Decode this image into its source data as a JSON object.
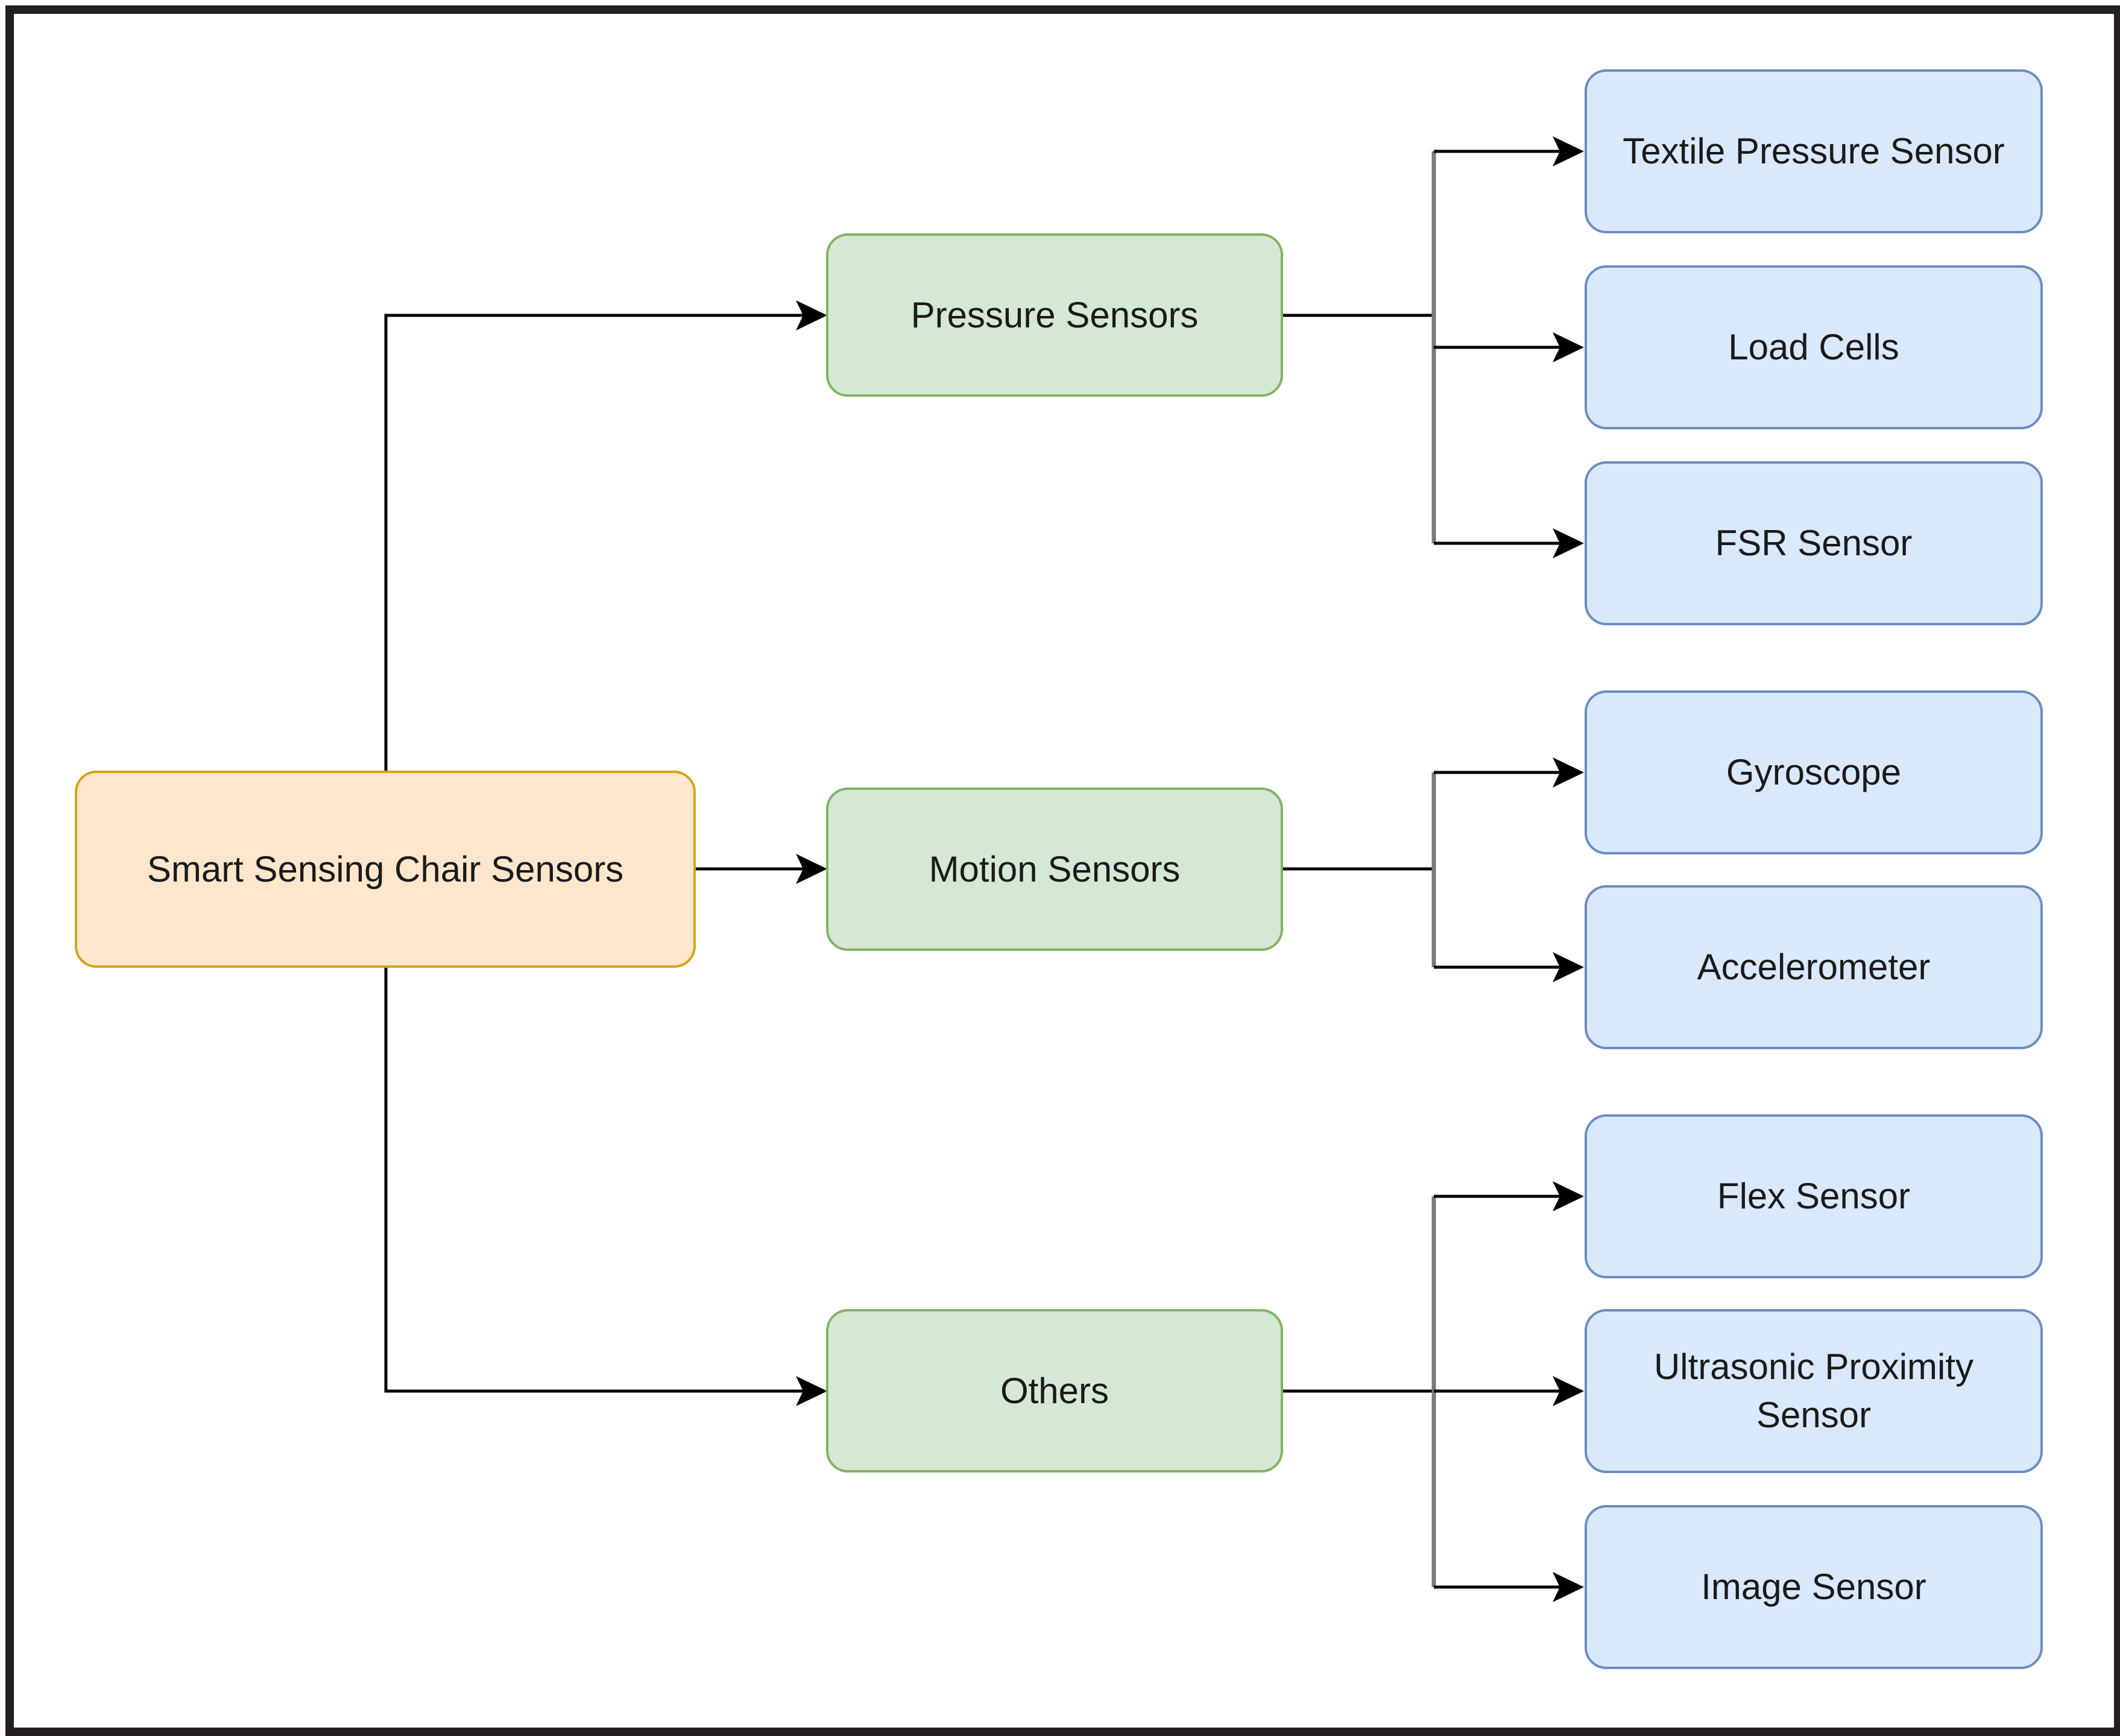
{
  "diagram": {
    "root": {
      "label": "Smart Sensing Chair Sensors"
    },
    "categories": [
      {
        "label": "Pressure Sensors",
        "children": [
          "Textile Pressure Sensor",
          "Load Cells",
          "FSR Sensor"
        ]
      },
      {
        "label": "Motion Sensors",
        "children": [
          "Gyroscope",
          "Accelerometer"
        ]
      },
      {
        "label": "Others",
        "children": [
          "Flex Sensor",
          "Ultrasonic Proximity Sensor",
          "Image Sensor"
        ]
      }
    ]
  },
  "colors": {
    "root_fill": "#ffe6cc",
    "root_stroke": "#d6a318",
    "category_fill": "#d5e8d4",
    "category_stroke": "#82b366",
    "leaf_fill": "#dae8fc",
    "leaf_stroke": "#6c8ebf",
    "connector": "#000000",
    "frame": "#231f20"
  }
}
